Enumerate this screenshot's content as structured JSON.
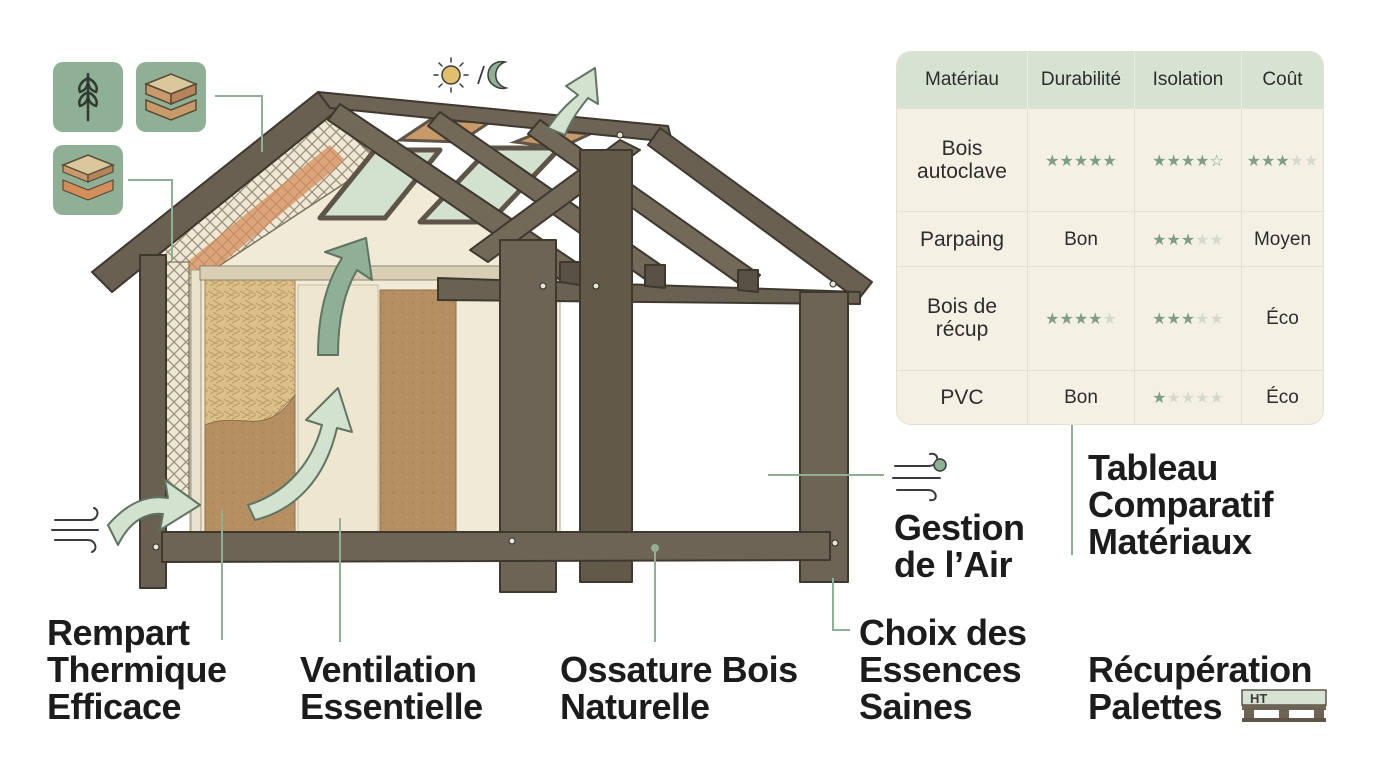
{
  "labels": {
    "rempart": [
      "Rempart",
      "Thermique",
      "Efficace"
    ],
    "ventilation": [
      "Ventilation",
      "Essentielle"
    ],
    "ossature": [
      "Ossature Bois",
      "Naturelle"
    ],
    "choix": [
      "Choix des",
      "Essences",
      "Saines"
    ],
    "air": [
      "Gestion",
      "de l’Air"
    ],
    "tableau": [
      "Tableau",
      "Comparatif",
      "Matériaux"
    ],
    "recup": [
      "Récupération",
      "Palettes"
    ]
  },
  "pallet_mark": "HT",
  "table": {
    "headers": [
      "Matériau",
      "Durabilité",
      "Isolation",
      "Coût"
    ],
    "rows": [
      {
        "material": [
          "Bois",
          "autoclave"
        ],
        "durability": {
          "stars": 5
        },
        "insulation": {
          "stars": 4.5
        },
        "cost": {
          "stars": 3
        }
      },
      {
        "material": [
          "Parpaing"
        ],
        "durability": {
          "text": "Bon"
        },
        "insulation": {
          "stars": 3
        },
        "cost": {
          "text": "Moyen"
        }
      },
      {
        "material": [
          "Bois de",
          "récup"
        ],
        "durability": {
          "stars": 4
        },
        "insulation": {
          "stars": 3
        },
        "cost": {
          "text": "Éco"
        }
      },
      {
        "material": [
          "PVC"
        ],
        "durability": {
          "text": "Bon"
        },
        "insulation": {
          "stars": 1
        },
        "cost": {
          "text": "Éco"
        }
      }
    ]
  },
  "icons": [
    "wheat-icon",
    "insulation-panel-icon",
    "layered-panels-icon",
    "sun-icon",
    "moon-icon",
    "wind-icon",
    "pallet-icon"
  ],
  "colors": {
    "wood_dark": "#5e5548",
    "wood_mid": "#776c5d",
    "sage": "#8fb095",
    "sage_light": "#d6e3d3",
    "table_bg": "#f4f1e4",
    "straw": "#d9bd85",
    "earth": "#b28e62",
    "plaster": "#f1ead7"
  }
}
